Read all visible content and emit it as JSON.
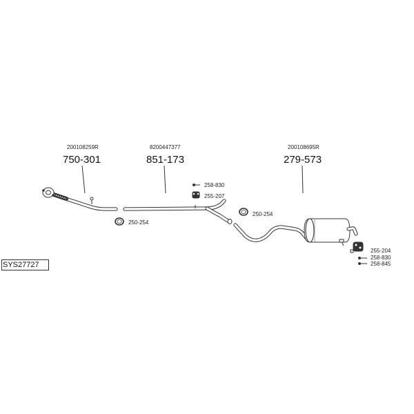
{
  "system_code": "SYS27727",
  "components": [
    {
      "oem_number": "200108259R",
      "part_number": "750-301"
    },
    {
      "oem_number": "8200447377",
      "part_number": "851-173"
    },
    {
      "oem_number": "200108695R",
      "part_number": "279-573"
    }
  ],
  "accessories": {
    "clamp_front": "250-254",
    "bolt_mid": "258-830",
    "rubber_mid": "255-207",
    "clamp_mid": "250-254",
    "rubber_rear": "255-204",
    "bolt_rear_1": "258-830",
    "bolt_rear_2": "258-845"
  }
}
